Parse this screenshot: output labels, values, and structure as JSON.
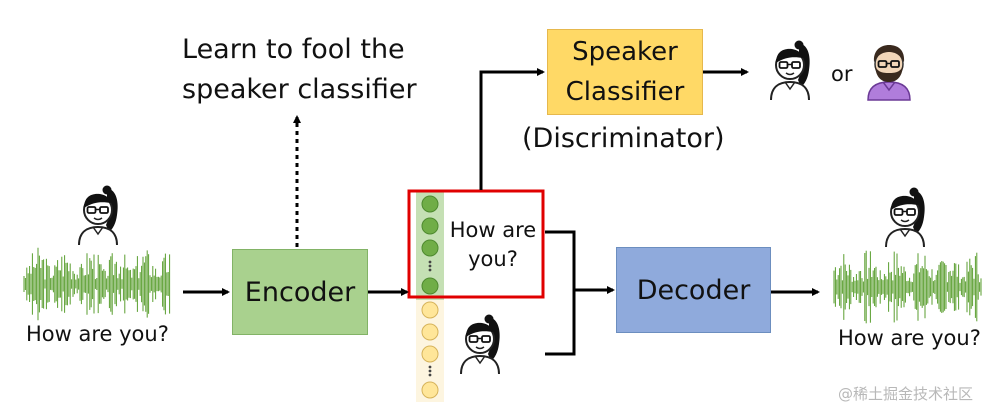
{
  "labels": {
    "fool_note_line1": "Learn to fool the",
    "fool_note_line2": "speaker classifier",
    "discriminator": "(Discriminator)",
    "or": "or",
    "input_caption": "How are you?",
    "output_caption": "How are you?",
    "content_line1": "How are",
    "content_line2": "you?",
    "watermark": "@稀土掘金技术社区"
  },
  "blocks": {
    "encoder": "Encoder",
    "decoder": "Decoder",
    "classifier_line1": "Speaker",
    "classifier_line2": "Classifier"
  },
  "colors": {
    "encoder_fill": "#a9d18e",
    "encoder_border": "#82b366",
    "decoder_fill": "#8faadc",
    "decoder_border": "#6c8ebf",
    "classifier_fill": "#ffd966",
    "classifier_border": "#e6b84d",
    "content_highlight": "#e00000",
    "waveform": "#5a9e2f",
    "content_dot": "#70ad47",
    "speaker_dot": "#ffe699",
    "second_speaker": "#b07ddb"
  },
  "icons": [
    "female-speaker-icon",
    "male-speaker-icon"
  ]
}
